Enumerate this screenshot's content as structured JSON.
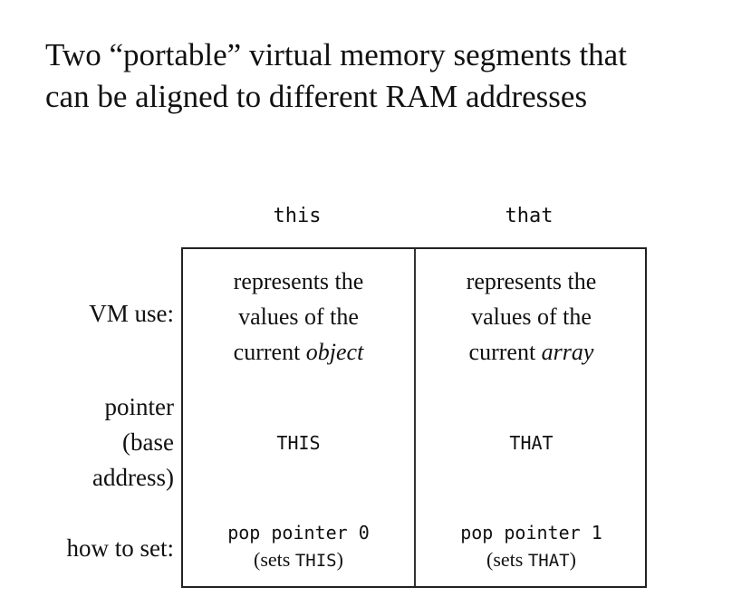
{
  "title": {
    "line1": "Two “portable” virtual memory segments that",
    "line2": "can be aligned to different RAM addresses"
  },
  "columns": [
    {
      "header": "this",
      "vm_use": {
        "line1": "represents the",
        "line2": "values of the",
        "line3_prefix": "current ",
        "line3_em": "object"
      },
      "pointer": "THIS",
      "how_to_set": {
        "command": "pop pointer 0",
        "note_prefix": "(sets ",
        "note_reg": "THIS",
        "note_suffix": ")"
      }
    },
    {
      "header": "that",
      "vm_use": {
        "line1": "represents the",
        "line2": "values of the",
        "line3_prefix": "current ",
        "line3_em": "array"
      },
      "pointer": "THAT",
      "how_to_set": {
        "command": "pop pointer 1",
        "note_prefix": "(sets ",
        "note_reg": "THAT",
        "note_suffix": ")"
      }
    }
  ],
  "row_labels": {
    "vm_use": "VM use:",
    "pointer": [
      "pointer",
      "(base",
      "address)"
    ],
    "how_to_set": "how to set:"
  }
}
